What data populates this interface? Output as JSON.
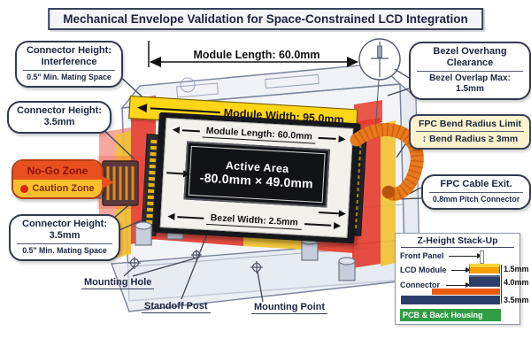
{
  "title": "Mechanical Envelope Validation for Space-Constrained LCD Integration",
  "dimensions": {
    "module_length_top": "Module Length: 60.0mm",
    "module_width": "Module Width: 95.0mm",
    "module_length_inner": "Module Length: 60.0mm",
    "active_area_line1": "Active Area",
    "active_area_line2": "-80.0mm × 49.0mm",
    "bezel_width": "Bezel Width: 2.5mm"
  },
  "callouts": {
    "interference": {
      "l1": "Connector Height:",
      "l2": "Interference",
      "note": "0.5\" Min. Mating Space"
    },
    "height_mid": {
      "l1": "Connector Height:",
      "l2": "3.5mm"
    },
    "height_bottom": {
      "l1": "Connector Height:",
      "l2": "3.5mm",
      "note": "0.5\" Min. Mating Space"
    },
    "bezel_overhang": {
      "l1": "Bezel Overhang",
      "l2": "Clearance",
      "n1": "Bezel Overlap Max:",
      "n2": "1.5mm"
    },
    "fpc_bend": {
      "title": "FPC Bend Radius Limit",
      "icon": "↕",
      "note": "Bend Radius ≥ 3mm"
    },
    "fpc_exit": {
      "title": "FPC Cable Exit.",
      "note": "0.8mm Pitch Connector"
    }
  },
  "legend": {
    "no_go": "No-Go Zone",
    "caution": "Caution Zone"
  },
  "part_labels": {
    "mounting_hole": "Mounting Hole",
    "standoff_post": "Standoff Post",
    "mounting_point": "Mounting Point"
  },
  "stackup": {
    "title": "Z-Height Stack-Up",
    "front_panel": "Front Panel",
    "lcd_module": "LCD Module",
    "connector": "Connector",
    "dims": [
      "1.5mm",
      "4.0mm",
      "3.5mm"
    ],
    "footer": "PCB & Back Housing"
  },
  "colors": {
    "no_go_red": "#e8501f",
    "caution_yellow": "#fbbf2e",
    "module_width_yellow": "#ffd517",
    "fpc_orange": "#e8791c",
    "pcb_green": "#2f9e44",
    "stack_navy": "#2c3e6b",
    "outline_navy": "#39415a"
  }
}
